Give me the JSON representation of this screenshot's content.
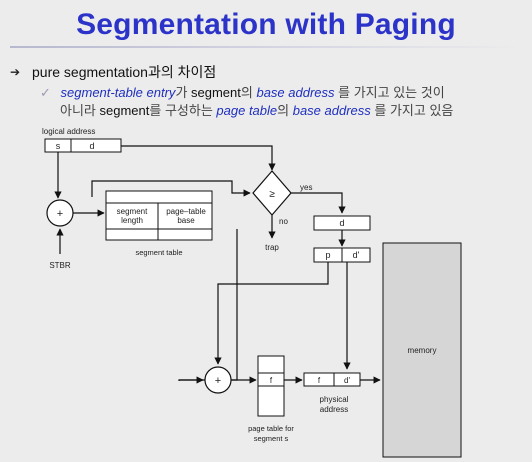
{
  "title": "Segmentation with Paging",
  "bullet": {
    "icon": "arrow-bullet-icon",
    "text": "pure segmentation과의 차이점"
  },
  "sub_bullet": {
    "icon": "checkmark-icon",
    "line1_a": "segment-table entry",
    "line1_b": "가 ",
    "line1_c": "segment",
    "line1_d": "의 ",
    "line1_e": "base address",
    "line1_f": " 를 가지고 있는 것이",
    "line2_a": "아니라 ",
    "line2_b": "segment",
    "line2_c": "를 구성하는 ",
    "line2_d": "page table",
    "line2_e": "의 ",
    "line2_f": "base address",
    "line2_g": " 를 가지고 있음"
  },
  "diagram": {
    "logical_address_label": "logical address",
    "s": "s",
    "d": "d",
    "adder_symbol": "+",
    "stbr": "STBR",
    "segment_length": "segment\nlength",
    "page_table_base": "page–table\nbase",
    "segment_table_caption": "segment table",
    "compare_symbol": "≥",
    "yes": "yes",
    "no": "no",
    "trap": "trap",
    "d_box": "d",
    "p": "p",
    "d_prime": "d'",
    "f": "f",
    "phys_f": "f",
    "phys_d_prime": "d'",
    "physical_address": "physical\naddress",
    "page_table_caption": "page table for\nsegment s",
    "memory": "memory"
  }
}
